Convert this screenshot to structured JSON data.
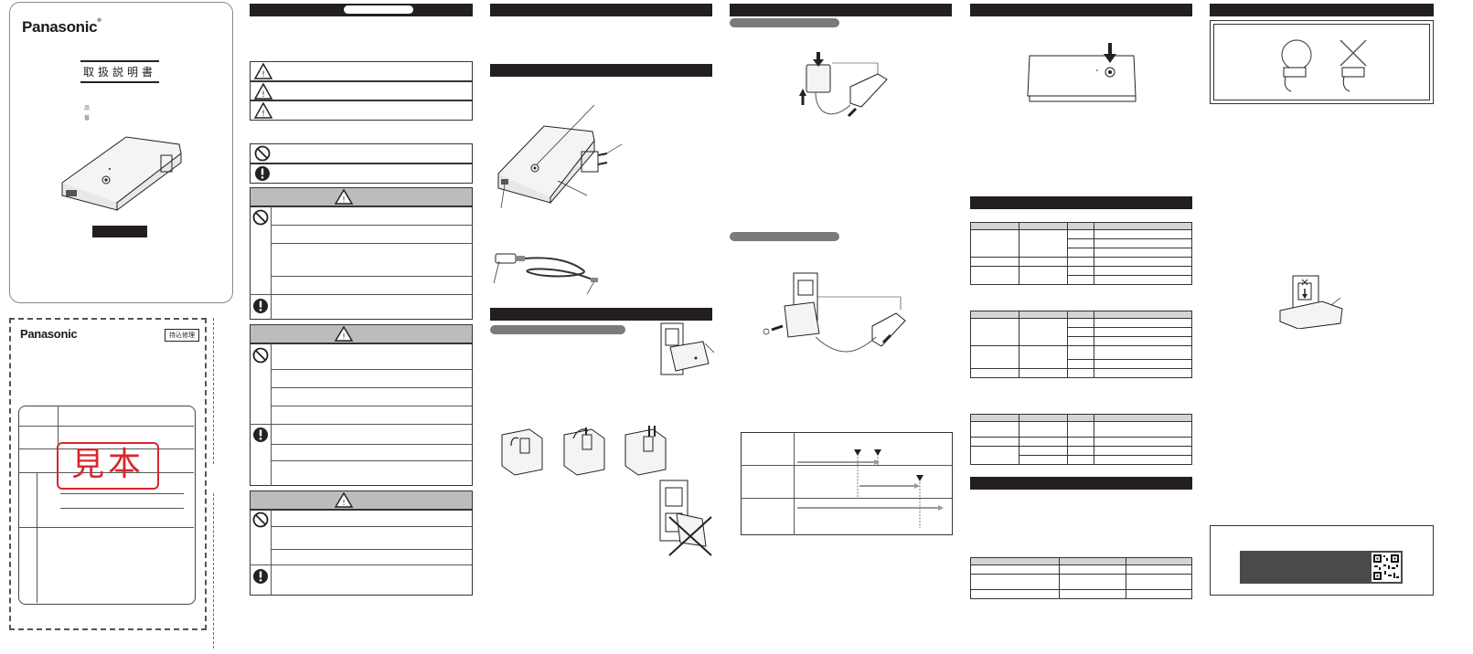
{
  "cover": {
    "brand": "Panasonic",
    "brand_mark": "®",
    "title": "取扱説明書",
    "label_hinmei": "品",
    "label_hinban": "番"
  },
  "warranty": {
    "brand": "Panasonic",
    "badge": "持込修理",
    "stamp": "見本"
  },
  "colors": {
    "bar": "#231f20",
    "pill": "#7a7a7a",
    "stamp_red": "#d9262c",
    "header_gray": "#bcbcbc"
  },
  "icons": [
    "warning-triangle-icon",
    "prohibited-icon",
    "mandatory-icon",
    "circle-ok-icon",
    "cross-ng-icon",
    "arrow-icon",
    "qr-code-icon"
  ]
}
